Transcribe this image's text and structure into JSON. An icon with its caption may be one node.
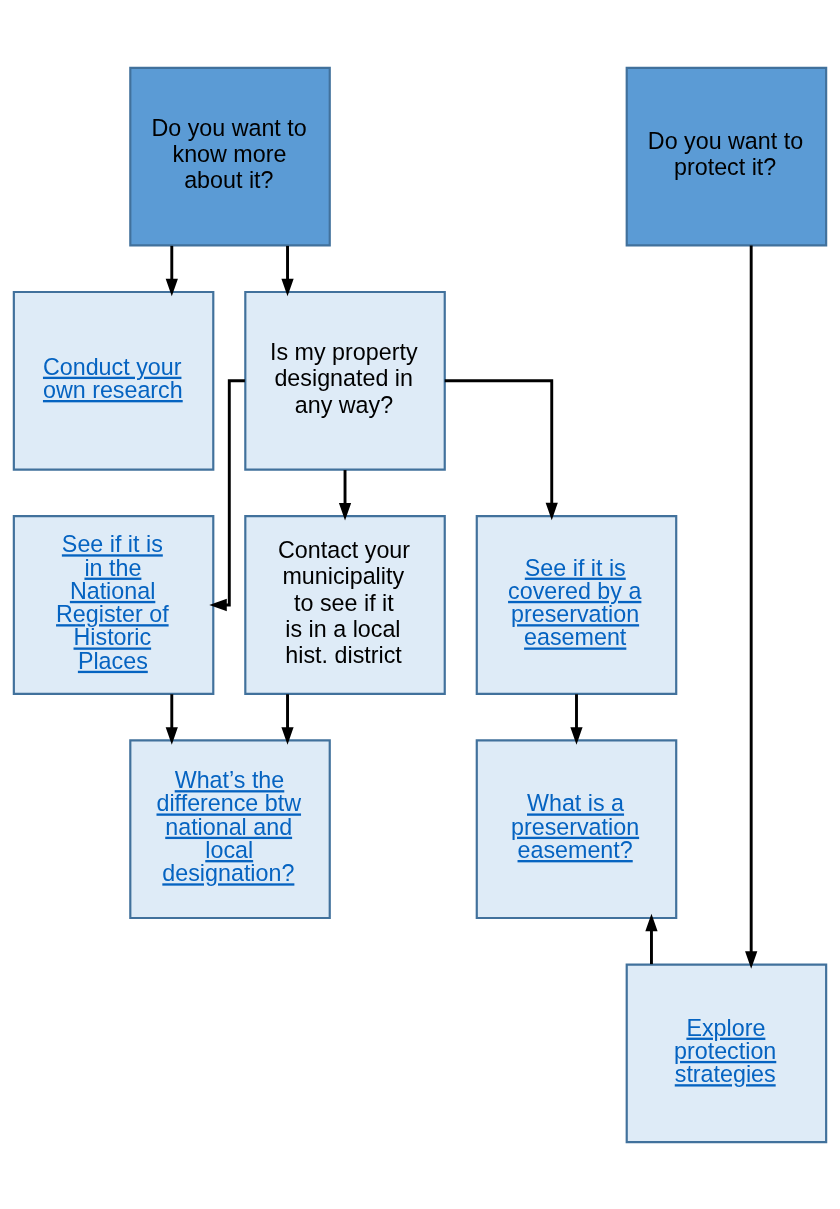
{
  "diagram": {
    "nodes": [
      {
        "text": [
          "Do you want to know more about it?"
        ]
      },
      {
        "text": [
          "Do you want to protect it?"
        ]
      },
      {
        "text": [
          "Conduct your own research"
        ]
      },
      {
        "text": [
          "Is my property designated in any way?"
        ]
      },
      {
        "text": [
          "See if it is in the National Register of Historic Places"
        ]
      },
      {
        "text": [
          "Contact your municipality to see if it is in a local hist. district"
        ]
      },
      {
        "text": [
          "See if it is covered by a preservation easement"
        ]
      },
      {
        "text": [
          "What’s the difference btw national and local designation?"
        ]
      },
      {
        "text": [
          "What is a preservation easement?"
        ]
      },
      {
        "text": [
          "Explore protection strategies"
        ]
      }
    ],
    "edges": [
      {
        "from": 0,
        "to": 2,
        "arrow": "to"
      },
      {
        "from": 0,
        "to": 3,
        "arrow": "to"
      },
      {
        "from": 3,
        "to": 4,
        "arrow": "to"
      },
      {
        "from": 3,
        "to": 5,
        "arrow": "to"
      },
      {
        "from": 3,
        "to": 6,
        "arrow": "to"
      },
      {
        "from": 4,
        "to": 7,
        "arrow": "to"
      },
      {
        "from": 5,
        "to": 7,
        "arrow": "to"
      },
      {
        "from": 6,
        "to": 8,
        "arrow": "to"
      },
      {
        "from": 1,
        "to": 9,
        "arrow": "to"
      },
      {
        "from": 9,
        "to": 8,
        "arrow": "to"
      }
    ]
  }
}
